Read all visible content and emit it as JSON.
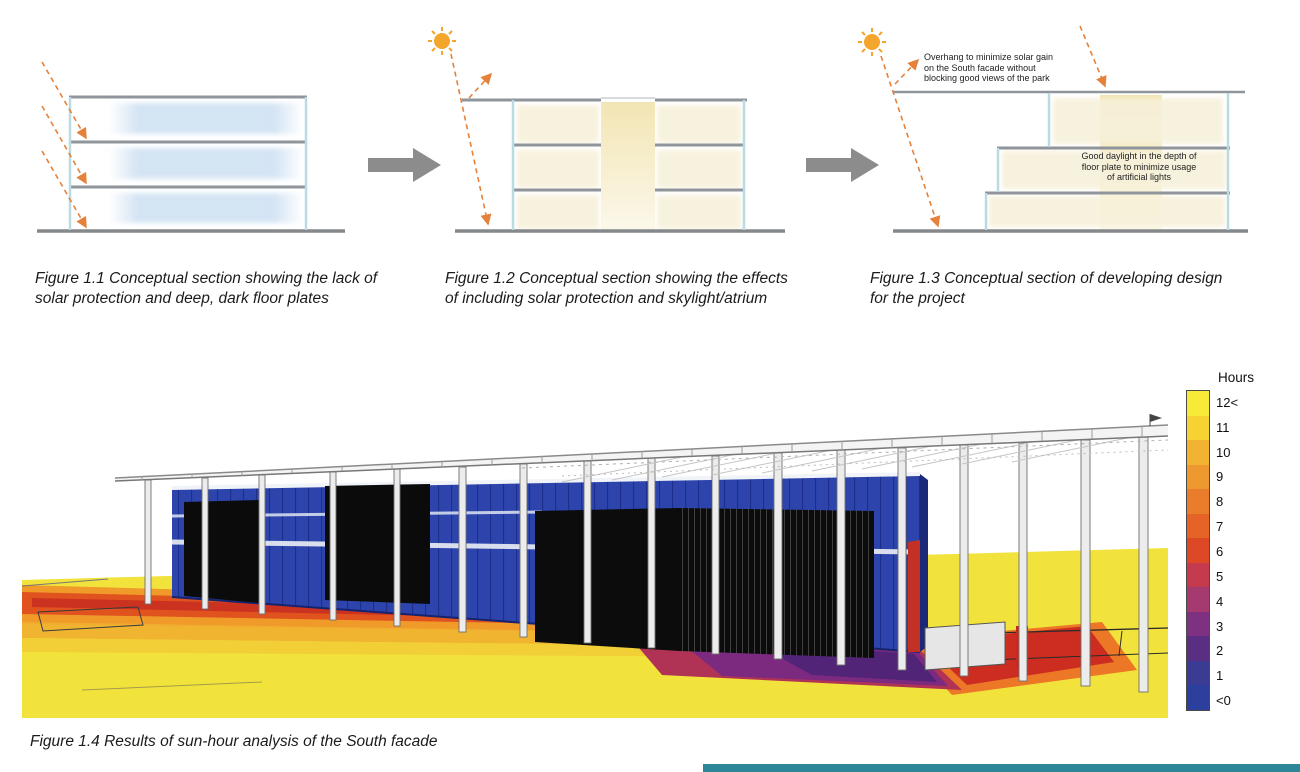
{
  "document": {
    "captions": {
      "fig_1_1": "Figure 1.1 Conceptual section showing the lack of solar protection and deep, dark floor plates",
      "fig_1_2": "Figure 1.2 Conceptual section showing the effects of including solar protection and skylight/atrium",
      "fig_1_3": "Figure 1.3 Conceptual section of developing design for the project",
      "fig_1_4": "Figure 1.4  Results of sun-hour analysis of the South facade"
    },
    "annotations": {
      "overhang": "Overhang to minimize solar gain on the South facade without blocking good views of the park",
      "daylight": "Good daylight in the depth of floor plate to minimize usage of artificial lights"
    }
  },
  "legend": {
    "title": "Hours",
    "entries": [
      {
        "label": "12<",
        "color": "#f7ea39"
      },
      {
        "label": "11",
        "color": "#f6d233"
      },
      {
        "label": "10",
        "color": "#f2b232"
      },
      {
        "label": "9",
        "color": "#ee9830"
      },
      {
        "label": "8",
        "color": "#ea7d2c"
      },
      {
        "label": "7",
        "color": "#e66327"
      },
      {
        "label": "6",
        "color": "#dd4926"
      },
      {
        "label": "5",
        "color": "#c53b4d"
      },
      {
        "label": "4",
        "color": "#a43a70"
      },
      {
        "label": "3",
        "color": "#7f3181"
      },
      {
        "label": "2",
        "color": "#5a2f83"
      },
      {
        "label": "1",
        "color": "#3a3b93"
      },
      {
        "label": "<0",
        "color": "#2c3f9c"
      }
    ]
  },
  "colors": {
    "footer_accent": "#2d8799",
    "sun": "#f3a52c",
    "sun_ray": "#e5813a",
    "flow_arrow": "#8c8c8c",
    "building_blue": "#2c44ac",
    "ground_yellow": "#f2e33c"
  }
}
